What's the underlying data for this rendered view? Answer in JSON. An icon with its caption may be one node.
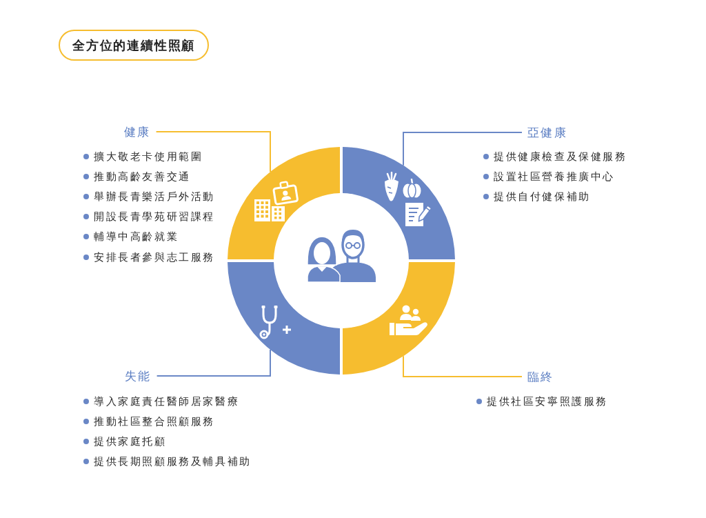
{
  "diagram": {
    "title": "全方位的連續性照顧",
    "nodes": [
      {
        "text": [
          "健康"
        ],
        "beside": [
          "擴大敬老卡使用範圍",
          "推動高齡友善交通",
          "舉辦長青樂活戶外活動",
          "開設長青學苑研習課程",
          "輔導中高齡就業",
          "安排長者參與志工服務"
        ]
      },
      {
        "text": [
          "亞健康"
        ],
        "beside": [
          "提供健康檢查及保健服務",
          "設置社區營養推廣中心",
          "提供自付健保補助"
        ]
      },
      {
        "text": [],
        "shape": "arc"
      },
      {
        "text": [],
        "shape": "arc"
      },
      {
        "text": [],
        "shape": "arc"
      },
      {
        "text": [],
        "shape": "arc"
      },
      {
        "text": [
          "失能"
        ],
        "beside": [
          "導入家庭責任醫師居家醫療",
          "推動社區整合照顧服務",
          "提供家庭托顧",
          "提供長期照顧服務及輔具補助"
        ]
      },
      {
        "text": [
          "臨終"
        ],
        "beside": [
          "提供社區安寧照護服務"
        ]
      }
    ],
    "edges": [
      {
        "from": 0,
        "to": 2,
        "arrow": "none",
        "color": "#f6bd2f"
      },
      {
        "from": 1,
        "to": 3,
        "arrow": "none",
        "color": "#6a87c6"
      },
      {
        "from": 6,
        "to": 4,
        "arrow": "none",
        "color": "#6a87c6"
      },
      {
        "from": 7,
        "to": 5,
        "arrow": "none",
        "color": "#f6bd2f"
      }
    ]
  }
}
